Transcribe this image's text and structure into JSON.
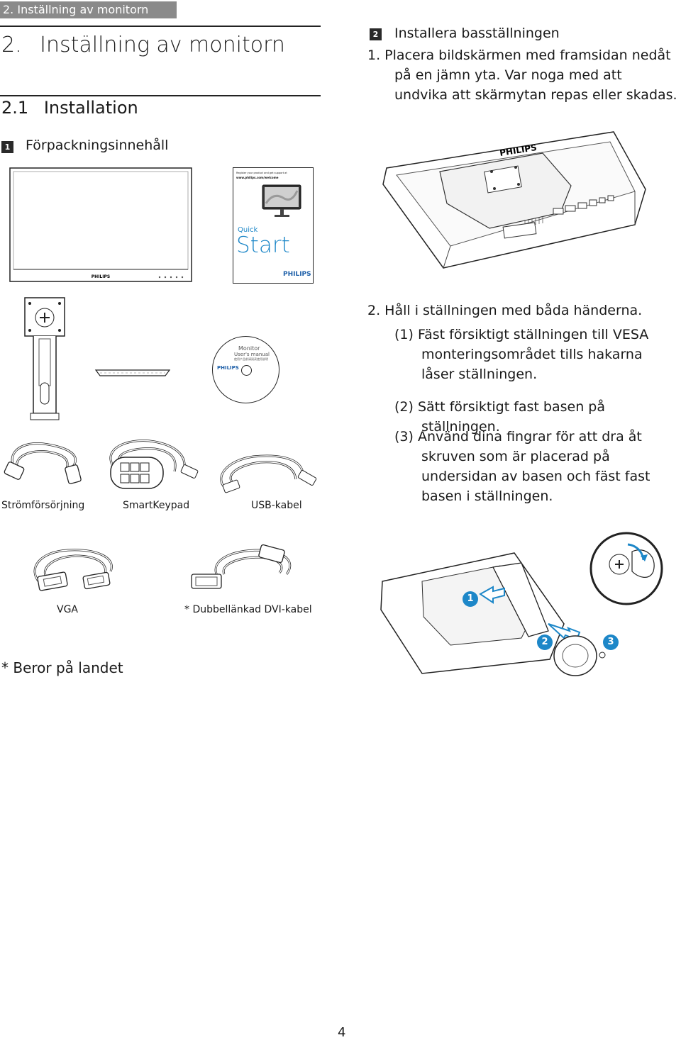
{
  "running_header": "2. Inställning av monitorn",
  "title": {
    "number": "2.",
    "text": "Inställning av monitorn"
  },
  "subtitle": {
    "number": "2.1",
    "text": "Installation"
  },
  "section1": {
    "badge": "1",
    "heading": "Förpackningsinnehåll"
  },
  "section2": {
    "badge": "2",
    "heading": "Installera basställningen",
    "step1": "1. Placera bildskärmen med framsidan nedåt på en jämn yta. Var noga med att undvika att skärmytan repas eller skadas.",
    "step2": "2. Håll i ställningen med båda händerna.",
    "sub1": "(1) Fäst försiktigt ställningen till VESA monteringsområdet tills hakarna låser ställningen.",
    "sub2": "(2) Sätt försiktigt fast basen på ställningen.",
    "sub3": "(3) Använd dina fingrar för att dra åt skruven som är placerad på undersidan av basen och fäst fast basen i ställningen."
  },
  "quick_start": {
    "register_text": "Register your product and get support at",
    "url": "www.philips.com/welcome",
    "quick": "Quick",
    "start": "Start",
    "brand": "PHILIPS"
  },
  "cd": {
    "line1": "Monitor",
    "line2": "User's manual",
    "line3": "使用产品前请阅读使用说明",
    "brand": "PHILIPS"
  },
  "monitor_brand": "PHILIPS",
  "captions": {
    "power": "Strömförsörjning",
    "keypad": "SmartKeypad",
    "usb": "USB-kabel",
    "vga": "VGA",
    "dvi": "* Dubbellänkad DVI-kabel"
  },
  "footnote": "* Beror på landet",
  "callouts": [
    "1",
    "2",
    "3"
  ],
  "page_number": "4",
  "colors": {
    "callout": "#1d87c8",
    "header_bar": "#8a8a8a",
    "text": "#1a1a1a"
  }
}
